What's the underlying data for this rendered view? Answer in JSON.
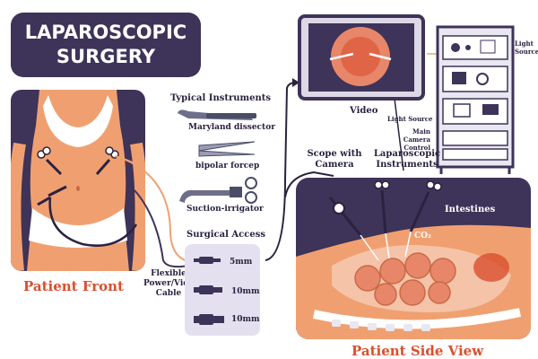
{
  "title": {
    "line1": "LAPAROSCOPIC",
    "line2": "SURGERY"
  },
  "instruments": {
    "heading": "Typical Instruments",
    "items": [
      "Maryland dissector",
      "bipolar forcep",
      "Suction-irrigator"
    ]
  },
  "surgical_access": {
    "heading": "Surgical Access",
    "ports": [
      "5mm",
      "10mm",
      "10mm"
    ]
  },
  "cable_label": {
    "line1": "Flexible",
    "line2": "Power/Video",
    "line3": "Cable"
  },
  "patient_front": "Patient Front",
  "patient_side": "Patient Side View",
  "video": "Video",
  "tower": {
    "light_source_right": {
      "line1": "Light",
      "line2": "Source"
    },
    "light_source_left": "Light Source",
    "camera_control": {
      "line1": "Main Camera",
      "line2": "Control"
    }
  },
  "side_labels": {
    "scope": {
      "line1": "Scope with",
      "line2": "Camera"
    },
    "instruments": {
      "line1": "Laparoscopic",
      "line2": "Instruments"
    },
    "intestines": "Intestines",
    "co2": "CO₂"
  },
  "colors": {
    "panel": "#3e3358",
    "accent": "#d9502e",
    "skin": "#f0a070",
    "organ": "#e8866a"
  }
}
